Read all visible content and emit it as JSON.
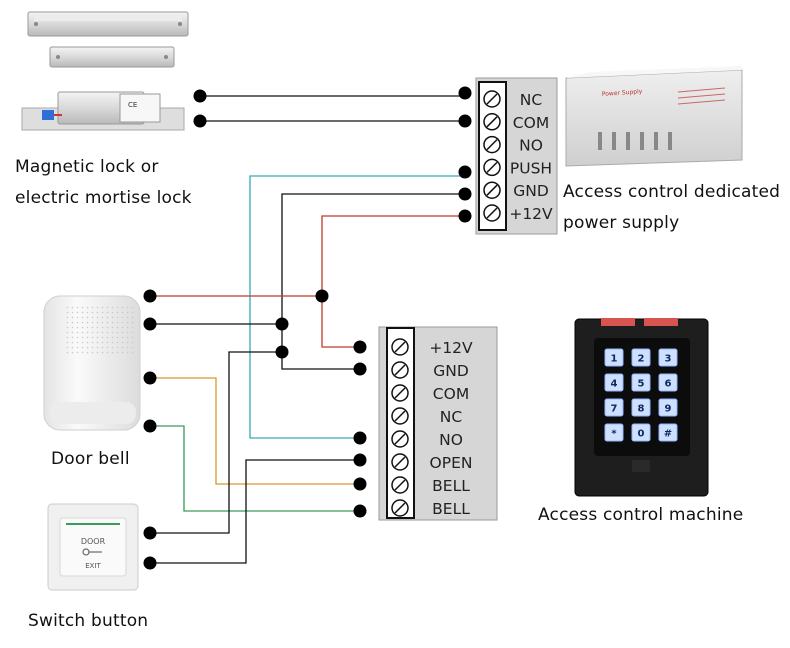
{
  "captions": {
    "lock_line1": "Magnetic lock or",
    "lock_line2": "electric mortise lock",
    "power_line1": "Access control dedicated",
    "power_line2": "power supply",
    "door_bell": "Door bell",
    "switch_button": "Switch button",
    "access_machine": "Access control machine"
  },
  "power_terminals": [
    "NC",
    "COM",
    "NO",
    "PUSH",
    "GND",
    "+12V"
  ],
  "controller_terminals": [
    "+12V",
    "GND",
    "COM",
    "NC",
    "NO",
    "OPEN",
    "BELL",
    "BELL"
  ],
  "device_text": {
    "lock_marks": "CE",
    "psu_brand": "Power Supply",
    "exit_top": "DOOR",
    "exit_bottom": "EXIT"
  },
  "keypad_keys": [
    "1",
    "2",
    "3",
    "4",
    "5",
    "6",
    "7",
    "8",
    "9",
    "*",
    "0",
    "#"
  ],
  "wire_colors": {
    "black": "#111111",
    "red": "#c0392b",
    "cyan": "#3aa6b9",
    "orange": "#d69a2a",
    "green": "#3a9a5b"
  }
}
